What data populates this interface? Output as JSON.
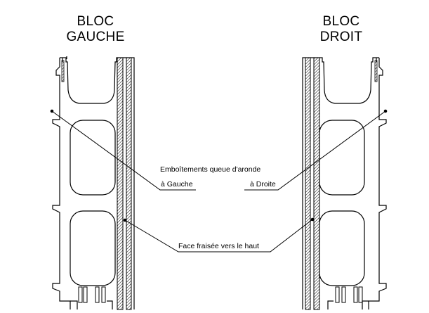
{
  "left_block": {
    "title_line1": "BLOC",
    "title_line2": "GAUCHE"
  },
  "right_block": {
    "title_line1": "BLOC",
    "title_line2": "DROIT"
  },
  "annotations": {
    "dovetail": "Emboîtements queue d'aronde",
    "left": "à Gauche",
    "right": "à Droite",
    "milled_face": "Face fraisée vers le haut"
  },
  "colors": {
    "line": "#000000",
    "background": "#ffffff"
  }
}
